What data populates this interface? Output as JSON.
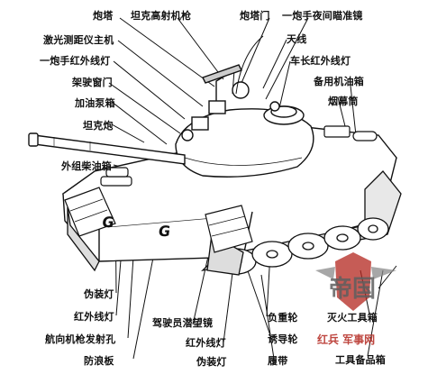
{
  "labels": {
    "turret": "炮塔",
    "aa_mg": "坦克高射机枪",
    "turret_door": "炮塔门",
    "gunner_night_sight": "一炮手夜间瞄准镜",
    "laser_rangefinder": "激光测距仪主机",
    "antenna": "天线",
    "gunner_ir_light": "一炮手红外线灯",
    "commander_ir_light": "车长红外线灯",
    "driver_hatch": "架驶窗门",
    "spare_oil_box": "备用机油箱",
    "fuel_box": "加油泵箱",
    "smoke_dispenser": "烟幕筒",
    "main_gun": "坦克炮",
    "external_fuel_tank": "外组柴油箱",
    "blackout_light": "伪装灯",
    "infrared_light_left": "红外线灯",
    "bow_mg_port": "航向机枪发射孔",
    "splash_guard": "防浪板",
    "driver_periscope": "驾驶员潜望镜",
    "infrared_light_center": "红外线灯",
    "load_wheel": "负重轮",
    "idler_wheel": "诱导轮",
    "track": "履带",
    "blackout_light_right": "伪装灯",
    "fire_extinguisher": "灭火工具箱",
    "toolbox": "工具备品箱"
  },
  "watermark": {
    "logo_text": "帝国",
    "caption": "红兵 军事网"
  },
  "colors": {
    "line": "#111111",
    "fill": "#ffffff",
    "shade": "#d9d9d9",
    "watermark": "#b3261e"
  }
}
